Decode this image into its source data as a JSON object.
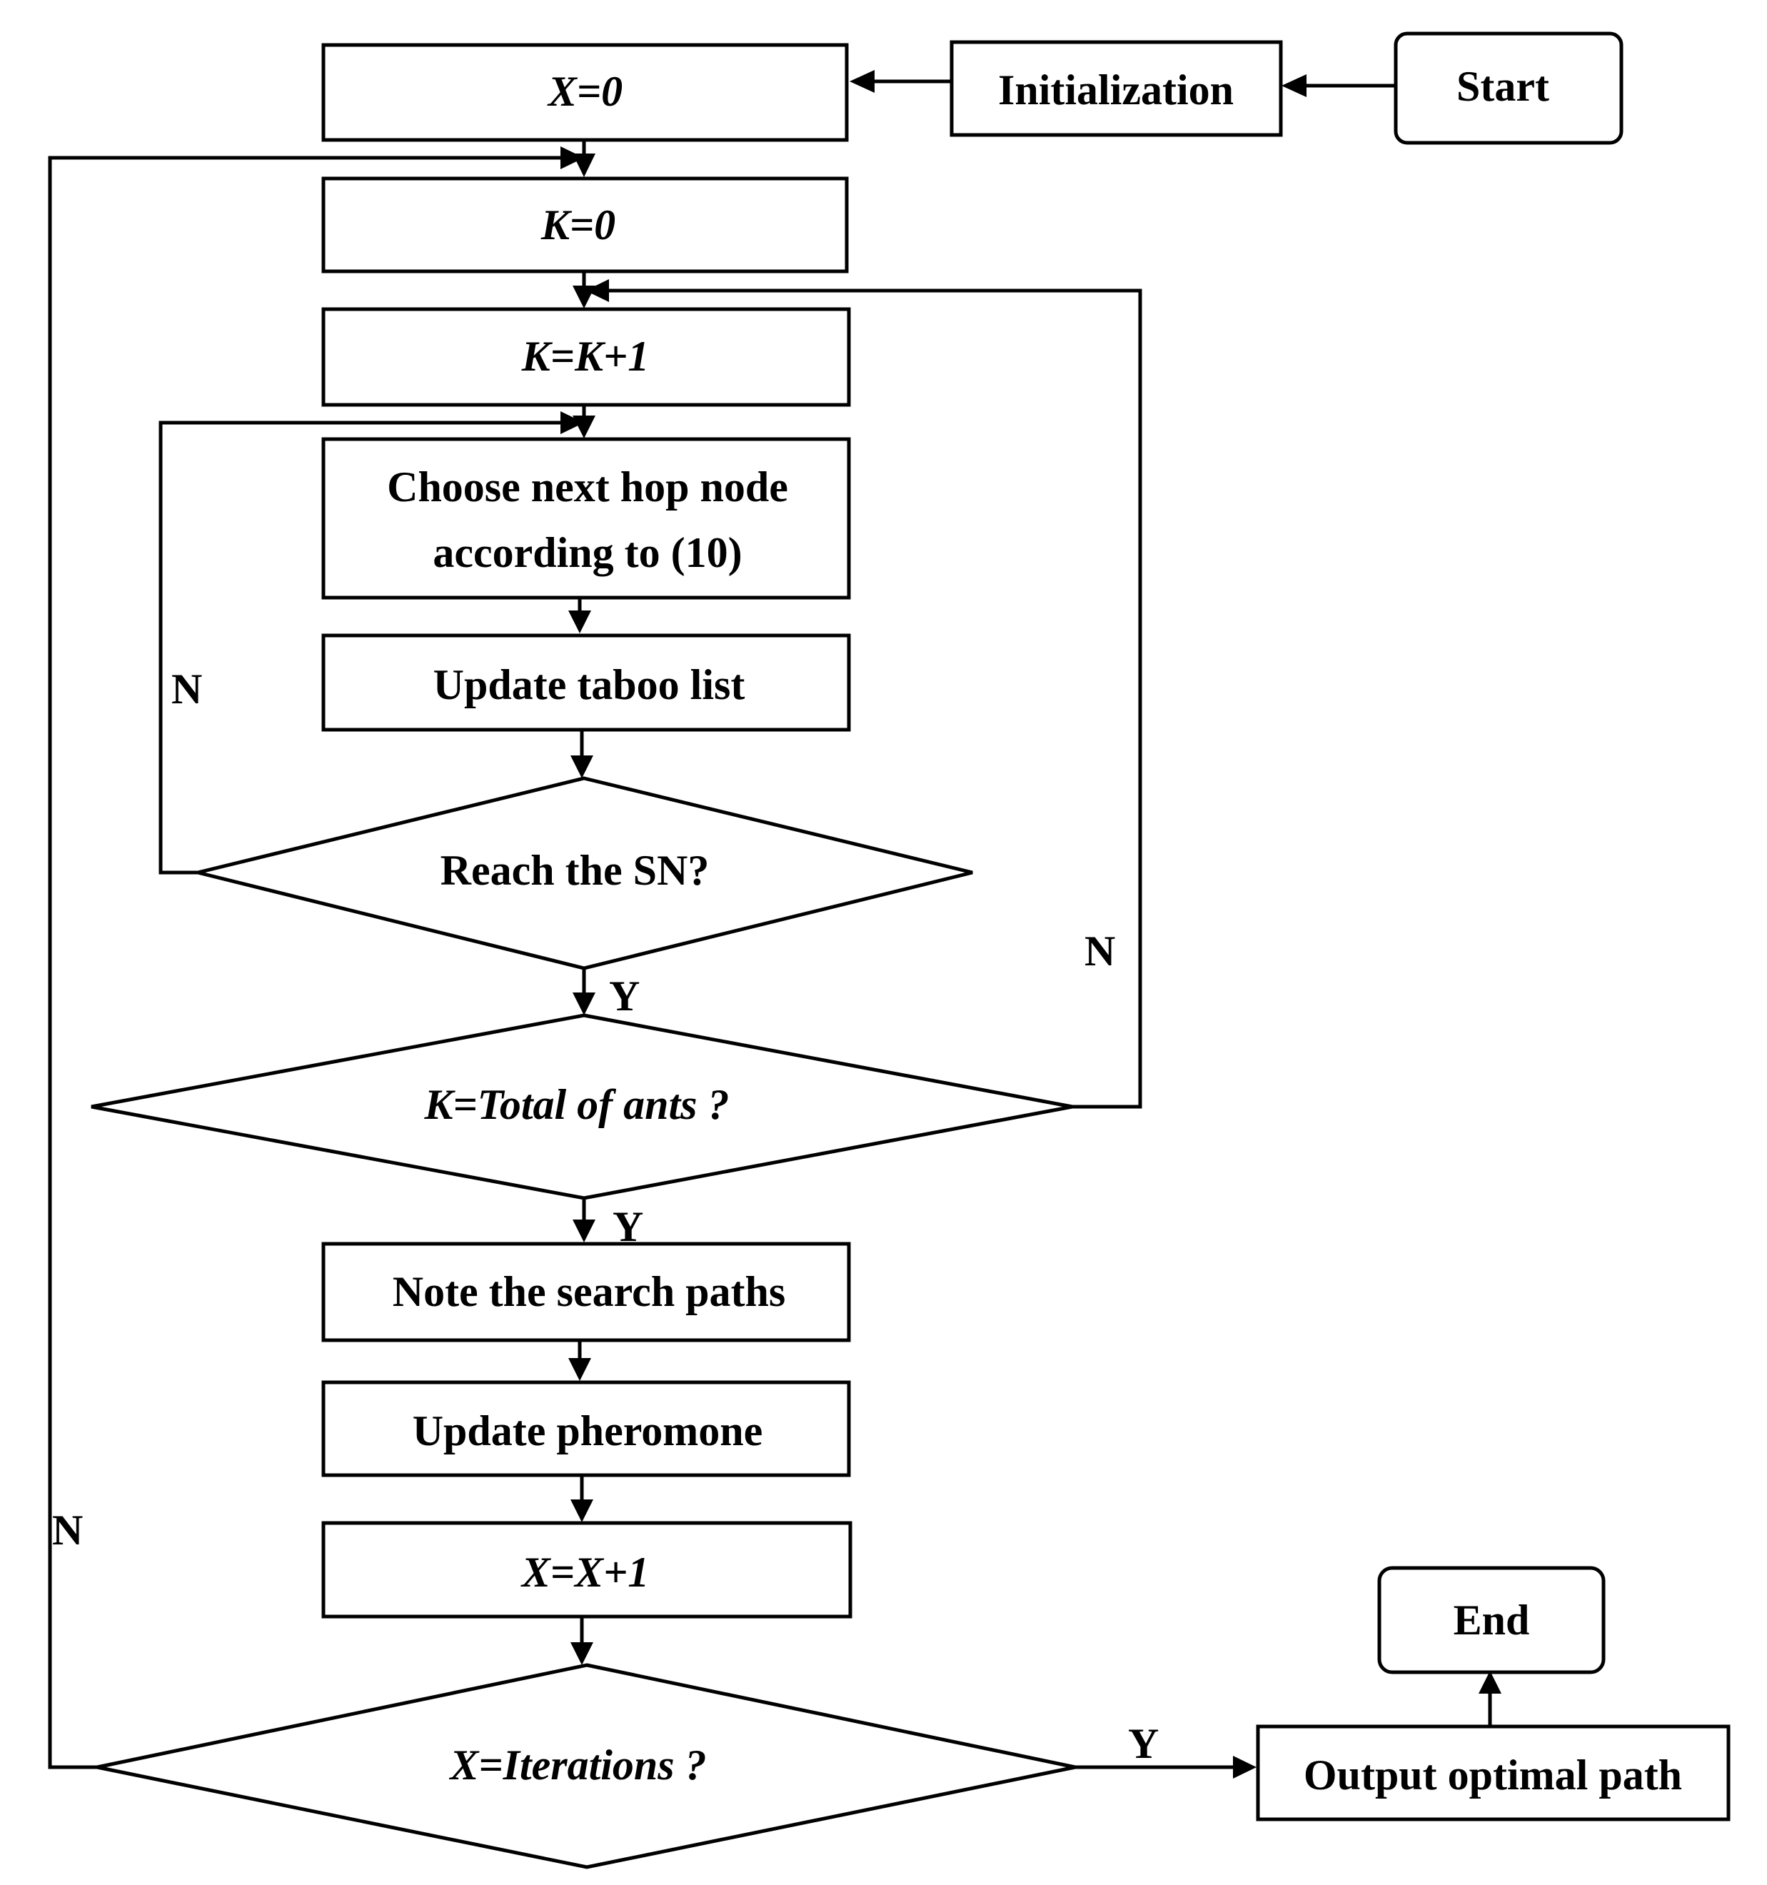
{
  "nodes": {
    "start": "Start",
    "initialization": "Initialization",
    "x_init": "X=0",
    "k_init": "K=0",
    "k_increment": "K=K+1",
    "choose_line1": "Choose next hop node",
    "choose_line2": "according to (10)",
    "update_taboo": "Update taboo list",
    "reach_sn": "Reach the SN?",
    "k_total": "K=Total of ants ?",
    "note_paths": "Note the search paths",
    "update_pheromone": "Update pheromone",
    "x_increment": "X=X+1",
    "x_iterations": "X=Iterations ?",
    "output_path": "Output optimal path",
    "end": "End"
  },
  "edge_labels": {
    "reach_sn_no": "N",
    "reach_sn_yes": "Y",
    "k_total_no": "N",
    "k_total_yes": "Y",
    "x_iterations_no": "N",
    "x_iterations_yes": "Y"
  }
}
